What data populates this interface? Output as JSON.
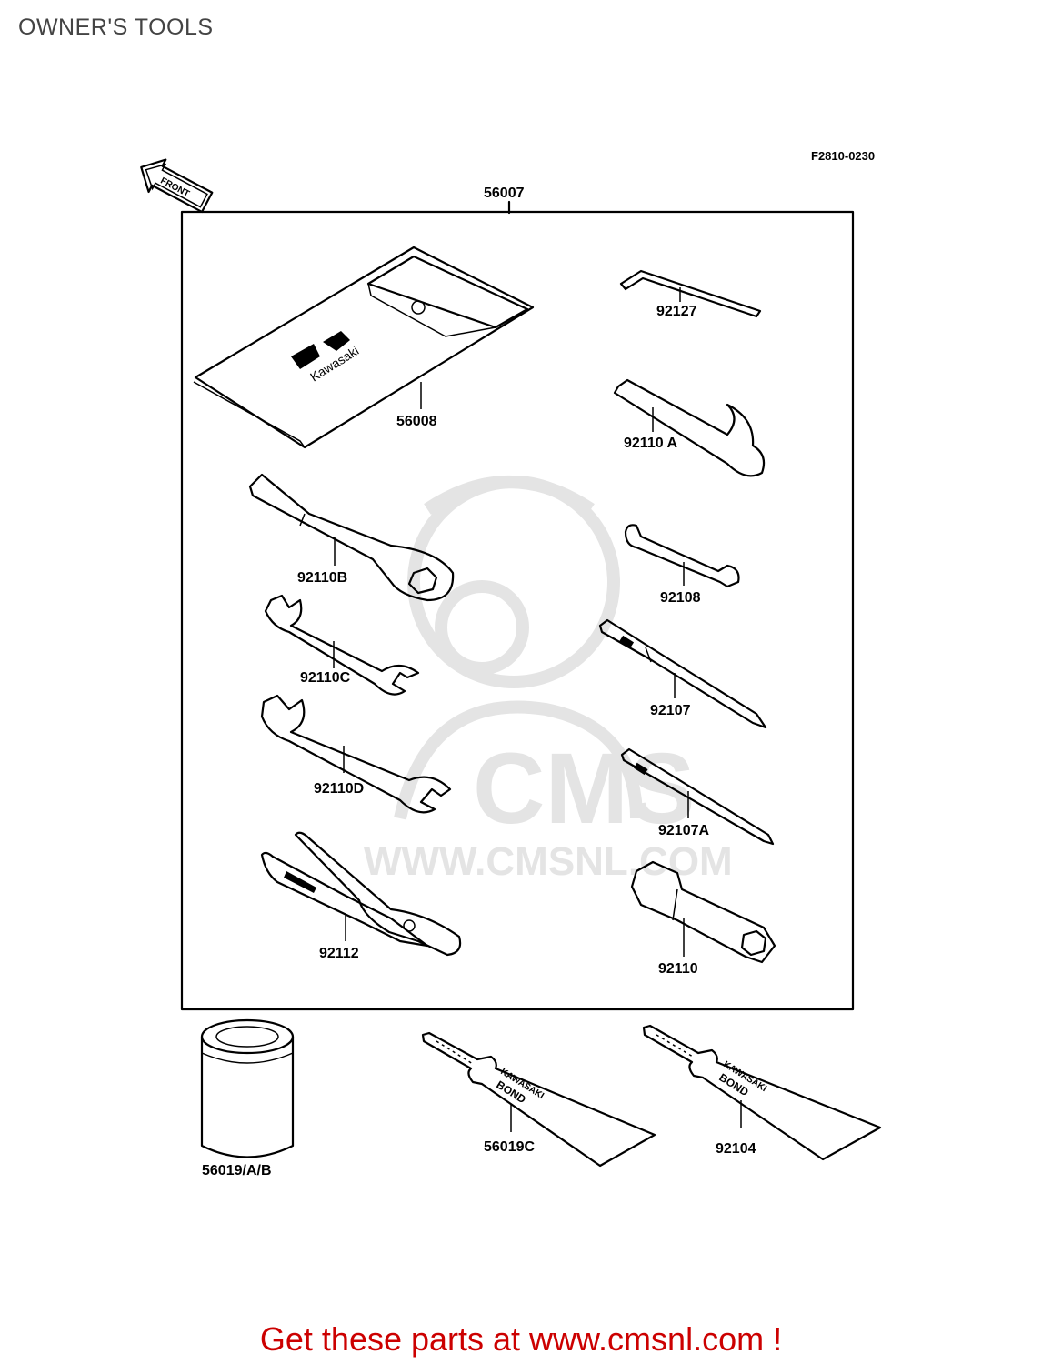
{
  "page": {
    "title": "OWNER'S TOOLS"
  },
  "diagram": {
    "figure_code": "F2810-0230",
    "front_arrow_text": "FRONT",
    "kit_number": "56007",
    "pouch_brand": "Kawasaki",
    "bond_text_line1": "KAWASAKI",
    "bond_text_line2": "BOND",
    "parts": [
      {
        "id": "56008"
      },
      {
        "id": "92127"
      },
      {
        "id": "92110 A"
      },
      {
        "id": "92110B"
      },
      {
        "id": "92108"
      },
      {
        "id": "92110C"
      },
      {
        "id": "92107"
      },
      {
        "id": "92110D"
      },
      {
        "id": "92107A"
      },
      {
        "id": "92112"
      },
      {
        "id": "92110"
      },
      {
        "id": "56019/A/B"
      },
      {
        "id": "56019C"
      },
      {
        "id": "92104"
      }
    ]
  },
  "watermark": {
    "brand": "CMS",
    "url": "WWW.CMSNL.COM",
    "color": "#e4e4e4"
  },
  "promo": {
    "text": "Get these parts at www.cmsnl.com !",
    "color": "#cc0000"
  }
}
